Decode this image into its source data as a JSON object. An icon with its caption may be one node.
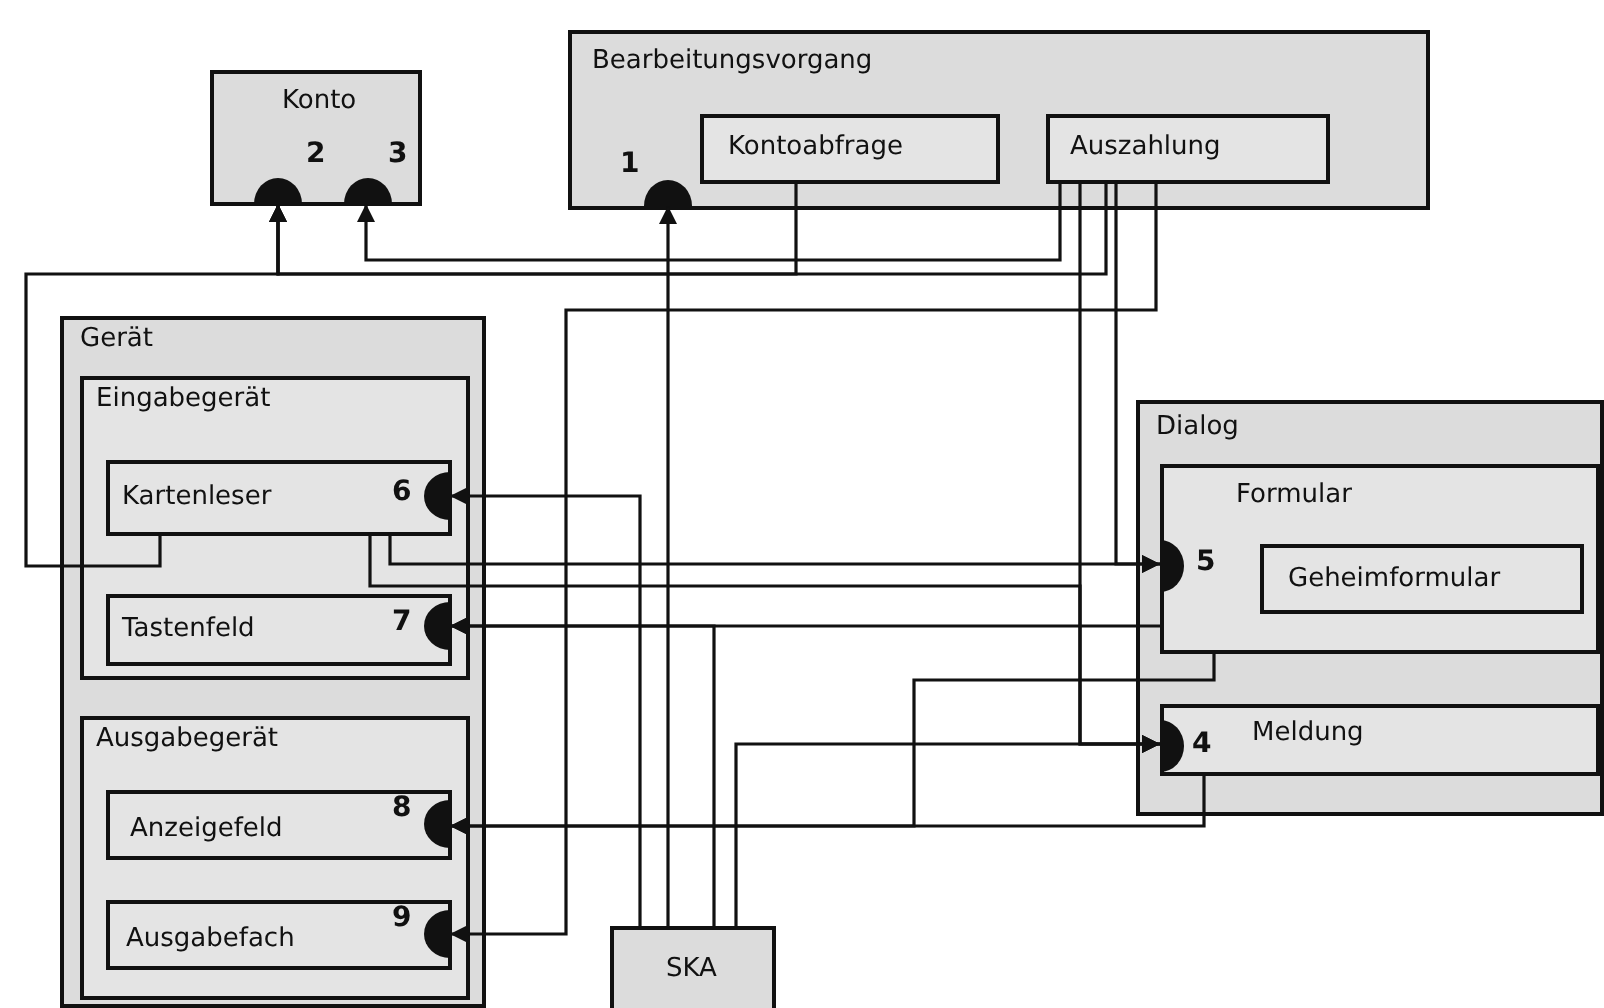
{
  "diagram": {
    "nodes": [
      {
        "text": [
          "Konto"
        ]
      },
      {
        "text": [],
        "shape": "semicircle",
        "in": 0,
        "beside": [
          "2"
        ]
      },
      {
        "text": [],
        "shape": "semicircle",
        "in": 0,
        "beside": [
          "3"
        ]
      },
      {
        "text": [
          "Bearbeitungsvorgang"
        ]
      },
      {
        "text": [],
        "shape": "semicircle",
        "in": 3,
        "beside": [
          "1"
        ]
      },
      {
        "text": [
          "Kontoabfrage"
        ],
        "in": 3
      },
      {
        "text": [
          "Auszahlung"
        ],
        "in": 3
      },
      {
        "text": [
          "Gerät"
        ]
      },
      {
        "text": [
          "Eingabegerät"
        ],
        "in": 7
      },
      {
        "text": [
          "Kartenleser"
        ],
        "in": 8
      },
      {
        "text": [],
        "shape": "semicircle",
        "in": 9,
        "beside": [
          "6"
        ]
      },
      {
        "text": [
          "Tastenfeld"
        ],
        "in": 8
      },
      {
        "text": [],
        "shape": "semicircle",
        "in": 11,
        "beside": [
          "7"
        ]
      },
      {
        "text": [
          "Ausgabegerät"
        ],
        "in": 7
      },
      {
        "text": [
          "Anzeigefeld"
        ],
        "in": 13
      },
      {
        "text": [],
        "shape": "semicircle",
        "in": 14,
        "beside": [
          "8"
        ]
      },
      {
        "text": [
          "Ausgabefach"
        ],
        "in": 13
      },
      {
        "text": [],
        "shape": "semicircle",
        "in": 16,
        "beside": [
          "9"
        ]
      },
      {
        "text": [
          "Dialog"
        ]
      },
      {
        "text": [
          "Formular"
        ],
        "in": 18
      },
      {
        "text": [],
        "shape": "semicircle",
        "in": 19,
        "beside": [
          "5"
        ]
      },
      {
        "text": [
          "Geheimformular"
        ],
        "in": 19
      },
      {
        "text": [
          "Meldung"
        ],
        "in": 18
      },
      {
        "text": [],
        "shape": "semicircle",
        "in": 22,
        "beside": [
          "4"
        ]
      },
      {
        "text": [
          "SKA"
        ]
      }
    ],
    "edges": [
      {
        "from": 5,
        "to": 1,
        "arrow": "to"
      },
      {
        "from": 9,
        "to": 1,
        "arrow": "to"
      },
      {
        "from": 6,
        "to": 2,
        "arrow": "to"
      },
      {
        "from": 6,
        "to": 1,
        "arrow": "to"
      },
      {
        "from": 24,
        "to": 4,
        "arrow": "to"
      },
      {
        "from": 24,
        "to": 10,
        "arrow": "to"
      },
      {
        "from": 6,
        "to": 17,
        "arrow": "to"
      },
      {
        "from": 19,
        "to": 12,
        "arrow": "to"
      },
      {
        "from": 24,
        "to": 12,
        "arrow": "to"
      },
      {
        "from": 24,
        "to": 23,
        "arrow": "to"
      },
      {
        "from": 6,
        "to": 20,
        "arrow": "to"
      },
      {
        "from": 6,
        "to": 23,
        "arrow": "to"
      },
      {
        "from": 9,
        "to": 20,
        "arrow": "to"
      },
      {
        "from": 9,
        "to": 23,
        "arrow": "to"
      },
      {
        "from": 19,
        "to": 15,
        "arrow": "to"
      },
      {
        "from": 22,
        "to": 15,
        "arrow": "to"
      }
    ]
  }
}
